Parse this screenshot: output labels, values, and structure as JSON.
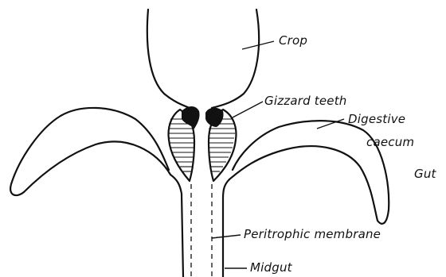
{
  "labels": {
    "crop": "Crop",
    "gizzard_teeth": "Gizzard teeth",
    "digestive": "Digestive",
    "caecum": "caecum",
    "gut": "Gut",
    "peritrophic_membrane": "Peritrophic membrane",
    "midgut": "Midgut"
  }
}
